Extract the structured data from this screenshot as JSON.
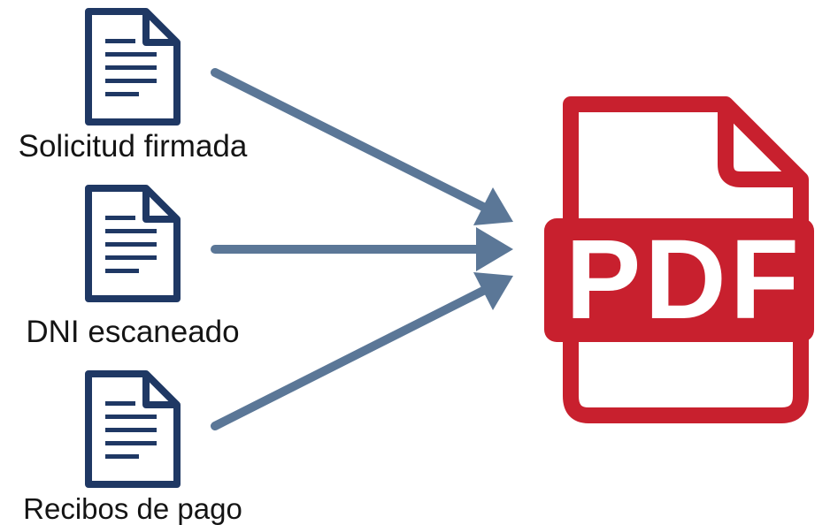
{
  "documents": [
    {
      "label": "Solicitud firmada",
      "icon": "document-icon"
    },
    {
      "label": "DNI escaneado",
      "icon": "document-icon"
    },
    {
      "label": "Recibos de pago",
      "icon": "document-icon"
    }
  ],
  "target": {
    "label": "PDF",
    "icon": "pdf-file-icon"
  },
  "colors": {
    "document": "#1f3864",
    "arrow": "#5b7797",
    "pdf": "#c8202e",
    "text": "#141414"
  }
}
